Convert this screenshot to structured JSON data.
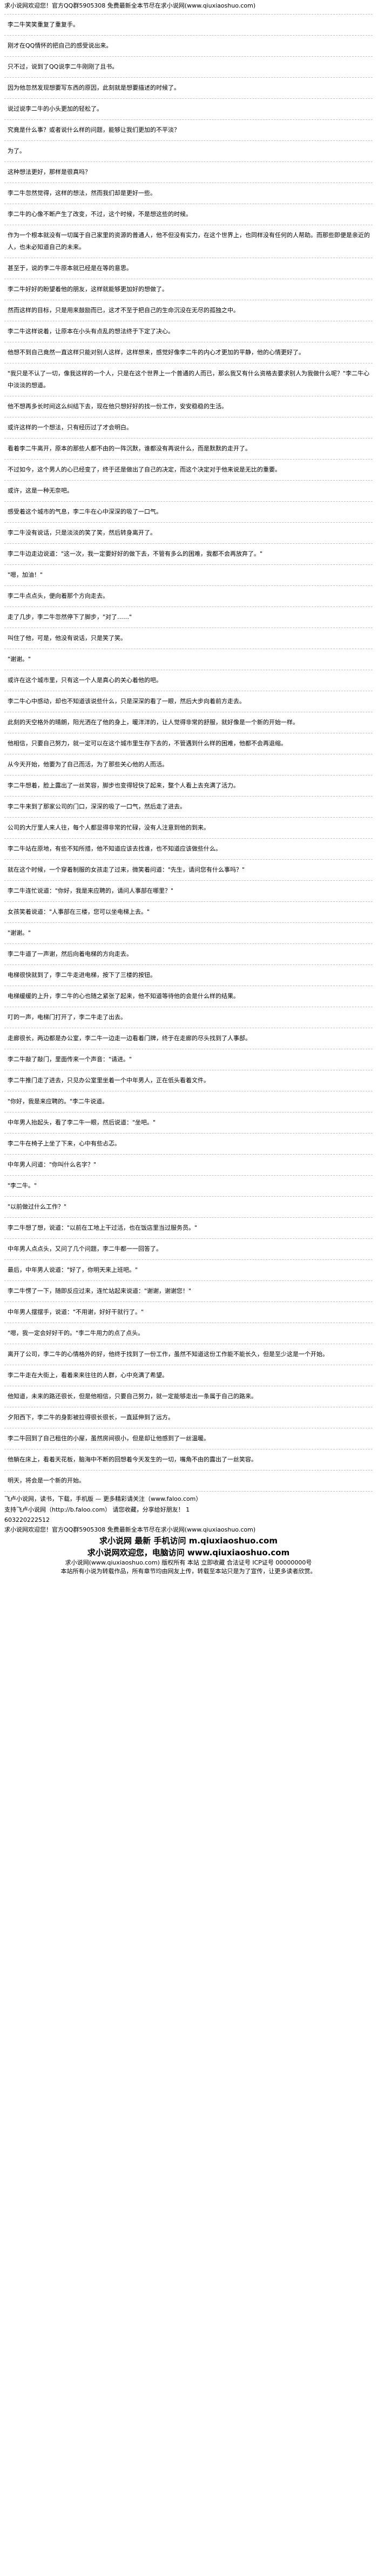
{
  "header": {
    "notice": "求小说网欢迎您！官方QQ群5905308 免费最新全本节尽在求小说网(www.qiuxiaoshuo.com)"
  },
  "paragraphs": [
    "李二牛笑笑重复了重复手。",
    "刚才在QQ情怀的把自己的感受说出来。",
    "只不过，说到了QQ说李二牛刚刚了且书。",
    "因为他忽然发现想要写东西的原因，此刻就是想要描述的时候了。",
    "说过说李二牛的小头更加的轻松了。",
    "究竟是什么事？或者说什么样的问题，能够让我们更加的不平淡？",
    "为了。",
    "这种想法更好，那样是很真吗？",
    "李二牛忽然觉得，这样的想法，然而我们却是更好一些。",
    "李二牛的心像不断产生了改变，不过，这个时候，不是想这些的时候。",
    "作为一个根本就没有一切属于自己家里的资源的普通人，他不但没有实力，在这个世界上，也同样没有任何的人帮助。而那些即便是亲近的人，也未必知道自己的未来。",
    "甚至于，说的李二牛原本就已经是在等的意思。",
    "李二牛好好的盼望着他的朋友，这样就能够更加好的想做了。",
    "然而这样的目标，只是用来鼓励而已，这才不至于把自己的生命沉没在无尽的孤独之中。",
    "李二牛这样说着，让原本在小头有点乱的想法终于下定了决心。",
    "他想不到自己竟然一直这样只能对别人这样，这样想来，感觉好像李二牛的内心才更加的平静，他的心情更好了。",
    "\"我只是不认了一切，像我这样的一个人，只是在这个世界上一个普通的人而已，那么我又有什么资格去要求别人为我做什么呢？\"李二牛心中淡淡的想道。",
    "他不想再多长时间这么纠结下去，现在他只想好好的找一份工作，安安稳稳的生活。",
    "或许这样的一个想法，只有经历过了才会明白。",
    "看着李二牛离开，原本的那些人都不由的一阵沉默，谁都没有再说什么，而是默默的走开了。",
    "不过如今，这个男人的心已经变了，终于还是做出了自己的决定，而这个决定对于他来说是无比的重要。",
    "或许，这是一种无奈吧。",
    "感受着这个城市的气息，李二牛在心中深深的吸了一口气。",
    "李二牛没有说话，只是淡淡的笑了笑，然后转身离开了。",
    "李二牛边走边说道：\"这一次，我一定要好好的做下去，不管有多么的困难，我都不会再放弃了。\"",
    "\"嗯，加油！\"",
    "李二牛点点头，便向着那个方向走去。",
    "走了几步，李二牛忽然停下了脚步，\"对了……\"",
    "叫住了他，可是，他没有说话，只是笑了笑。",
    "\"谢谢。\"",
    "或许在这个城市里，只有这一个人是真心的关心着他的吧。",
    "李二牛心中感动，却也不知道该说些什么，只是深深的看了一眼，然后大步向着前方走去。",
    "此刻的天空格外的晴朗，阳光洒在了他的身上，暖洋洋的，让人觉得非常的舒服，就好像是一个新的开始一样。",
    "他相信，只要自己努力，就一定可以在这个城市里生存下去的，不管遇到什么样的困难，他都不会再退缩。",
    "从今天开始，他要为了自己而活，为了那些关心他的人而活。",
    "李二牛想着，脸上露出了一丝笑容，脚步也变得轻快了起来，整个人看上去充满了活力。",
    "李二牛来到了那家公司的门口，深深的吸了一口气，然后走了进去。",
    "公司的大厅里人来人往，每个人都显得非常的忙碌，没有人注意到他的到来。",
    "李二牛站在原地，有些不知所措，他不知道应该去找谁，也不知道应该做些什么。",
    "就在这个时候，一个穿着制服的女孩走了过来，微笑着问道：\"先生，请问您有什么事吗？\"",
    "李二牛连忙说道：\"你好，我是来应聘的，请问人事部在哪里？\"",
    "女孩笑着说道：\"人事部在三楼，您可以坐电梯上去。\"",
    "\"谢谢。\"",
    "李二牛道了一声谢，然后向着电梯的方向走去。",
    "电梯很快就到了，李二牛走进电梯，按下了三楼的按钮。",
    "电梯缓缓的上升，李二牛的心也随之紧张了起来，他不知道等待他的会是什么样的结果。",
    "叮的一声，电梯门打开了，李二牛走了出去。",
    "走廊很长，两边都是办公室，李二牛一边走一边看着门牌，终于在走廊的尽头找到了人事部。",
    "李二牛敲了敲门，里面传来一个声音：\"请进。\"",
    "李二牛推门走了进去，只见办公室里坐着一个中年男人，正在低头看着文件。",
    "\"你好，我是来应聘的。\"李二牛说道。",
    "中年男人抬起头，看了李二牛一眼，然后说道：\"坐吧。\"",
    "李二牛在椅子上坐了下来，心中有些忐忑。",
    "中年男人问道：\"你叫什么名字？\"",
    "\"李二牛。\"",
    "\"以前做过什么工作？\"",
    "李二牛想了想，说道：\"以前在工地上干过活，也在饭店里当过服务员。\"",
    "中年男人点点头，又问了几个问题，李二牛都一一回答了。",
    "最后，中年男人说道：\"好了，你明天来上班吧。\"",
    "李二牛愣了一下，随即反应过来，连忙站起来说道：\"谢谢，谢谢您！\"",
    "中年男人摆摆手，说道：\"不用谢，好好干就行了。\"",
    "\"嗯，我一定会好好干的。\"李二牛用力的点了点头。",
    "离开了公司，李二牛的心情格外的好，他终于找到了一份工作，虽然不知道这份工作能不能长久，但是至少这是一个开始。",
    "李二牛走在大街上，看着来来往往的人群，心中充满了希望。",
    "他知道，未来的路还很长，但是他相信，只要自己努力，就一定能够走出一条属于自己的路来。",
    "夕阳西下，李二牛的身影被拉得很长很长，一直延伸到了远方。",
    "李二牛回到了自己租住的小屋，虽然房间很小，但是却让他感到了一丝温暖。",
    "他躺在床上，看着天花板，脑海中不断的回想着今天发生的一切，嘴角不由的露出了一丝笑容。",
    "明天，将会是一个新的开始。"
  ],
  "footer": {
    "ad_line": "飞卢小说网，读书，下载，手机版 — 更多精彩请关注（www.faloo.com）",
    "share_line": "支持飞卢小说网（http://b.faloo.com）  请您收藏，分享给好朋友！ 1",
    "page_id": "603220222512",
    "site_line1": "求小说网欢迎您！官方QQ群5905308 免费最新全本节尽在求小说网(www.qiuxiaoshuo.com)",
    "brand1": "求小说网 最新 手机访问 m.qiuxiaoshuo.com",
    "brand2": "求小说网欢迎您，电脑访问 www.qiuxiaoshuo.com",
    "copyright": "求小说网(www.qiuxiaoshuo.com) 版权所有 本站 立即收藏 合法证号 ICP证号 00000000号",
    "disclaimer": "本站所有小说为转载作品，所有章节均由网友上传，转载至本站只是为了宣传，让更多读者欣赏。"
  }
}
